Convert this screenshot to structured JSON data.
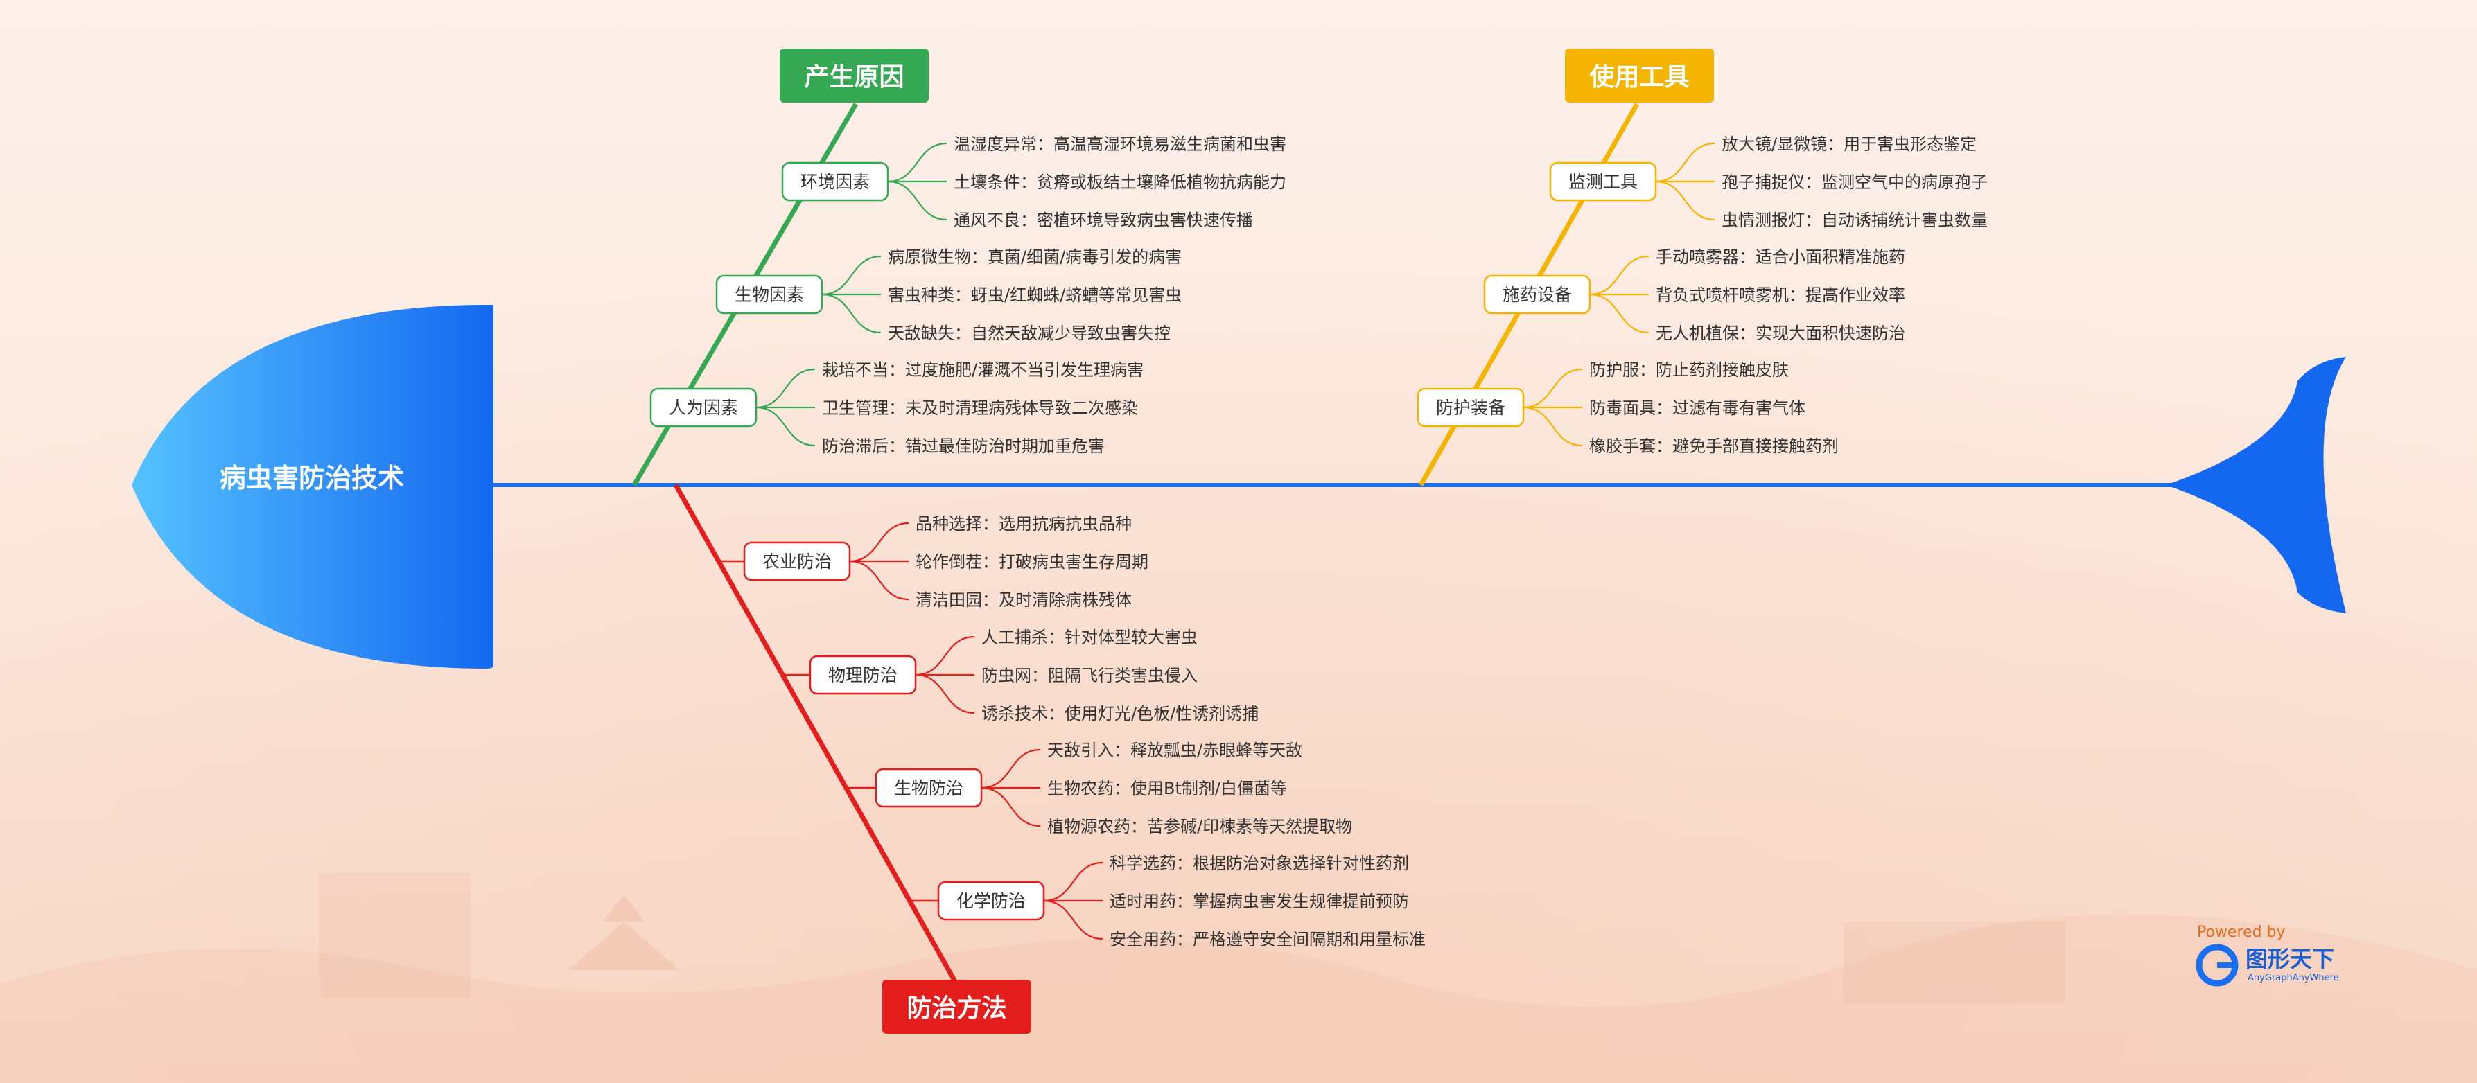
{
  "head_title": "病虫害防治技术",
  "colors": {
    "spine": "#1a6ff0",
    "fish": "#1468f0",
    "fish_light": "#4fb4ff",
    "causes": "#34a853",
    "tools": "#f5b400",
    "methods": "#e41d1d"
  },
  "categories": {
    "causes": {
      "title": "产生原因",
      "nodes": [
        {
          "label": "环境因素",
          "items": [
            "温湿度异常：高温高湿环境易滋生病菌和虫害",
            "土壤条件：贫瘠或板结土壤降低植物抗病能力",
            "通风不良：密植环境导致病虫害快速传播"
          ]
        },
        {
          "label": "生物因素",
          "items": [
            "病原微生物：真菌/细菌/病毒引发的病害",
            "害虫种类：蚜虫/红蜘蛛/蛴螬等常见害虫",
            "天敌缺失：自然天敌减少导致虫害失控"
          ]
        },
        {
          "label": "人为因素",
          "items": [
            "栽培不当：过度施肥/灌溉不当引发生理病害",
            "卫生管理：未及时清理病残体导致二次感染",
            "防治滞后：错过最佳防治时期加重危害"
          ]
        }
      ]
    },
    "tools": {
      "title": "使用工具",
      "nodes": [
        {
          "label": "监测工具",
          "items": [
            "放大镜/显微镜：用于害虫形态鉴定",
            "孢子捕捉仪：监测空气中的病原孢子",
            "虫情测报灯：自动诱捕统计害虫数量"
          ]
        },
        {
          "label": "施药设备",
          "items": [
            "手动喷雾器：适合小面积精准施药",
            "背负式喷杆喷雾机：提高作业效率",
            "无人机植保：实现大面积快速防治"
          ]
        },
        {
          "label": "防护装备",
          "items": [
            "防护服：防止药剂接触皮肤",
            "防毒面具：过滤有毒有害气体",
            "橡胶手套：避免手部直接接触药剂"
          ]
        }
      ]
    },
    "methods": {
      "title": "防治方法",
      "nodes": [
        {
          "label": "农业防治",
          "items": [
            "品种选择：选用抗病抗虫品种",
            "轮作倒茬：打破病虫害生存周期",
            "清洁田园：及时清除病株残体"
          ]
        },
        {
          "label": "物理防治",
          "items": [
            "人工捕杀：针对体型较大害虫",
            "防虫网：阻隔飞行类害虫侵入",
            "诱杀技术：使用灯光/色板/性诱剂诱捕"
          ]
        },
        {
          "label": "生物防治",
          "items": [
            "天敌引入：释放瓢虫/赤眼蜂等天敌",
            "生物农药：使用Bt制剂/白僵菌等",
            "植物源农药：苦参碱/印楝素等天然提取物"
          ]
        },
        {
          "label": "化学防治",
          "items": [
            "科学选药：根据防治对象选择针对性药剂",
            "适时用药：掌握病虫害发生规律提前预防",
            "安全用药：严格遵守安全间隔期和用量标准"
          ]
        }
      ]
    }
  },
  "watermark": {
    "powered_by": "Powered by",
    "brand_name": "图形天下",
    "brand_sub": "AnyGraphAnyWhere"
  }
}
